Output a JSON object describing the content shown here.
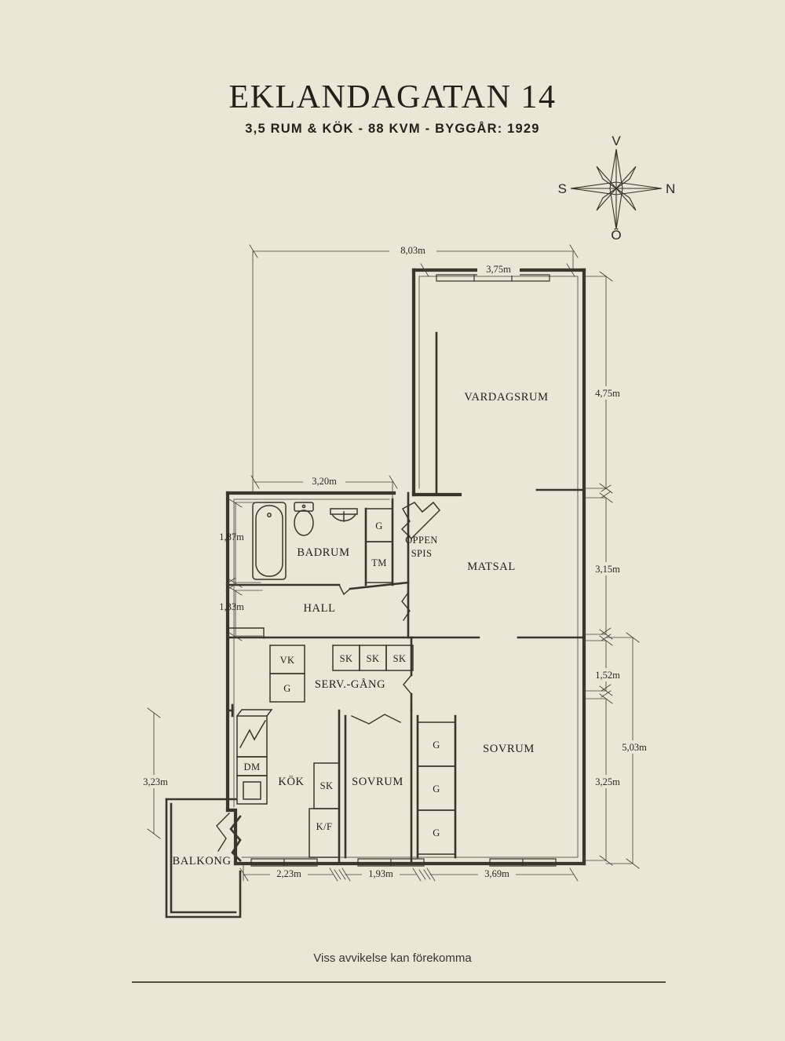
{
  "header": {
    "title": "EKLANDAGATAN 14",
    "subtitle": "3,5 RUM & KÖK  -  88 KVM  -  BYGGÅR: 1929"
  },
  "footer": {
    "note": "Viss avvikelse kan förekomma"
  },
  "compass": {
    "top": "V",
    "left": "S",
    "right": "N",
    "bottom": "Ö"
  },
  "rooms": [
    {
      "key": "vardagsrum",
      "label": "VARDAGSRUM"
    },
    {
      "key": "matsal",
      "label": "MATSAL"
    },
    {
      "key": "badrum",
      "label": "BADRUM"
    },
    {
      "key": "hall",
      "label": "HALL"
    },
    {
      "key": "oppen_spis",
      "label_line1": "ÖPPEN",
      "label_line2": "SPIS"
    },
    {
      "key": "serv_gang",
      "label": "SERV.-GÅNG"
    },
    {
      "key": "kok",
      "label": "KÖK"
    },
    {
      "key": "sovrum_mid",
      "label": "SOVRUM"
    },
    {
      "key": "sovrum_right",
      "label": "SOVRUM"
    },
    {
      "key": "balkong",
      "label": "BALKONG"
    }
  ],
  "fixtures": {
    "badrum_g": "G",
    "badrum_tm": "TM",
    "hall_vk": "VK",
    "hall_g": "G",
    "serv_sk_1": "SK",
    "serv_sk_2": "SK",
    "serv_sk_3": "SK",
    "kok_dm": "DM",
    "kok_sk": "SK",
    "kok_kf": "K/F",
    "sovrum_g_1": "G",
    "sovrum_g_2": "G",
    "sovrum_g_3": "G"
  },
  "dimensions": {
    "top_overall": "8,03m",
    "top_vardagsrum": "3,75m",
    "badrum_width": "3,20m",
    "badrum_height": "1,87m",
    "hall_height": "1,33m",
    "right_vardagsrum": "4,75m",
    "right_matsal": "3,15m",
    "right_gap": "1,52m",
    "right_sovrum": "3,25m",
    "right_outer": "5,03m",
    "left_balkong": "3,23m",
    "bottom_kok": "2,23m",
    "bottom_sovrum": "1,93m",
    "bottom_right": "3,69m"
  },
  "colors": {
    "paper": "#ece6d6",
    "ink": "#231f1b",
    "wall": "#3b352c"
  }
}
